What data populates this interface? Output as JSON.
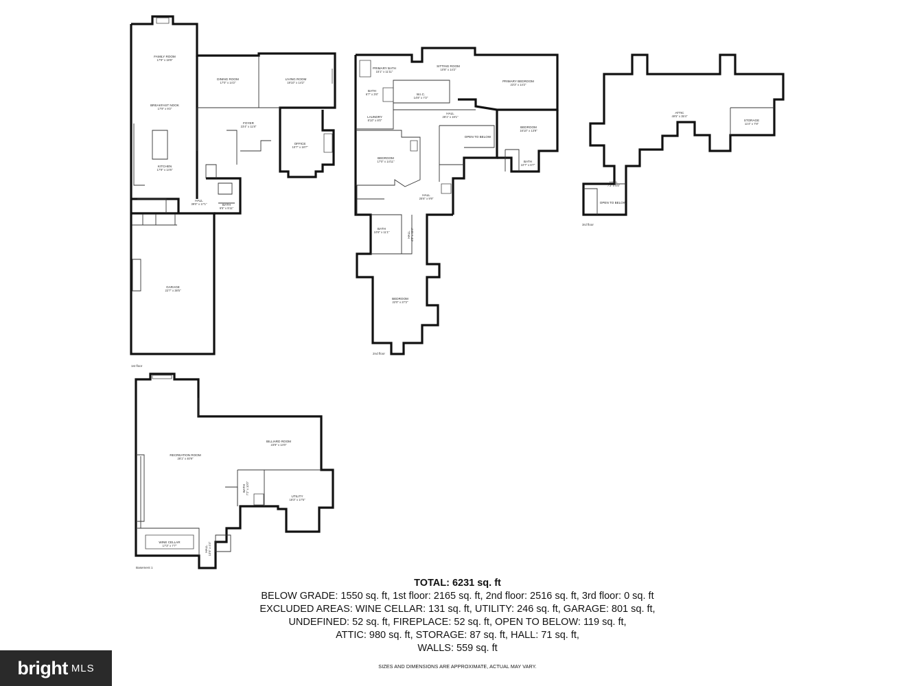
{
  "floors": [
    {
      "name": "1st floor"
    },
    {
      "name": "2nd floor"
    },
    {
      "name": "3rd floor"
    },
    {
      "name": "Basement 1"
    }
  ],
  "rooms": [
    {
      "name": "FAMILY ROOM",
      "dim": "17'9\" x 18'8\""
    },
    {
      "name": "DINING ROOM",
      "dim": "17'0\" x 14'2\""
    },
    {
      "name": "LIVING ROOM",
      "dim": "19'10\" x 14'2\""
    },
    {
      "name": "BREAKFAST NOOK",
      "dim": "17'9\" x 9'2\""
    },
    {
      "name": "FOYER",
      "dim": "23'4\" x 11'8\""
    },
    {
      "name": "OFFICE",
      "dim": "10'7\" x 18'7\""
    },
    {
      "name": "KITCHEN",
      "dim": "17'9\" x 14'6\""
    },
    {
      "name": "HALL",
      "dim": "39'0\" x 17'1\""
    },
    {
      "name": "BATH",
      "dim": "6'5\" x 5'11\""
    },
    {
      "name": "GARAGE",
      "dim": "22'7\" x 38'5\""
    },
    {
      "name": "PRIMARY BATH",
      "dim": "15'1\" x 11'11\""
    },
    {
      "name": "SITTING ROOM",
      "dim": "10'8\" x 14'2\""
    },
    {
      "name": "PRIMARY BEDROOM",
      "dim": "23'3\" x 14'2\""
    },
    {
      "name": "BATH",
      "dim": "6'7\" x 3'6\""
    },
    {
      "name": "W.I.C.",
      "dim": "14'8\" x 7'2\""
    },
    {
      "name": "LAUNDRY",
      "dim": "8'10\" x 8'0\""
    },
    {
      "name": "HALL",
      "dim": "28'1\" x 19'1\""
    },
    {
      "name": "BEDROOM",
      "dim": "16'10\" x 13'9\""
    },
    {
      "name": "OPEN TO BELOW",
      "dim": ""
    },
    {
      "name": "BEDROOM",
      "dim": "17'0\" x 14'11\""
    },
    {
      "name": "BATH",
      "dim": "10'7\" x 6'7\""
    },
    {
      "name": "HALL",
      "dim": "25'6\" x 9'9\""
    },
    {
      "name": "BATH",
      "dim": "10'8\" x 11'1\""
    },
    {
      "name": "HALL",
      "dim": "4'3\" x 11'4\""
    },
    {
      "name": "BEDROOM",
      "dim": "22'0\" x 27'2\""
    },
    {
      "name": "ATTIC",
      "dim": "49'5\" x 35'4\""
    },
    {
      "name": "STORAGE",
      "dim": "11'4\" x 7'8\""
    },
    {
      "name": "HALL",
      "dim": "7'3\" x 5'5\""
    },
    {
      "name": "OPEN TO BELOW",
      "dim": ""
    },
    {
      "name": "RECREATION ROOM",
      "dim": "28'1\" x 40'9\""
    },
    {
      "name": "BILLIARD ROOM",
      "dim": "23'9\" x 14'0\""
    },
    {
      "name": "BATH",
      "dim": "7'2\" x 10'0\""
    },
    {
      "name": "UTILITY",
      "dim": "18'3\" x 17'5\""
    },
    {
      "name": "WINE CELLAR",
      "dim": "17'3\" x 7'7\""
    },
    {
      "name": "HALL",
      "dim": "10'5\" x 4'4\""
    }
  ],
  "summary": {
    "total": "TOTAL: 6231 sq. ft",
    "lines": [
      "BELOW GRADE: 1550 sq. ft, 1st floor: 2165 sq. ft, 2nd floor: 2516 sq. ft, 3rd floor: 0 sq. ft",
      "EXCLUDED AREAS: WINE CELLAR: 131 sq. ft, UTILITY: 246 sq. ft, GARAGE: 801 sq. ft,",
      "UNDEFINED: 52 sq. ft, FIREPLACE: 52 sq. ft, OPEN TO BELOW: 119 sq. ft,",
      "ATTIC: 980 sq. ft, STORAGE: 87 sq. ft, HALL: 71 sq. ft,",
      "WALLS: 559 sq. ft"
    ]
  },
  "disclaimer": "SIZES AND DIMENSIONS ARE APPROXIMATE, ACTUAL MAY VARY.",
  "brand": {
    "name": "bright",
    "suffix": "MLS"
  }
}
